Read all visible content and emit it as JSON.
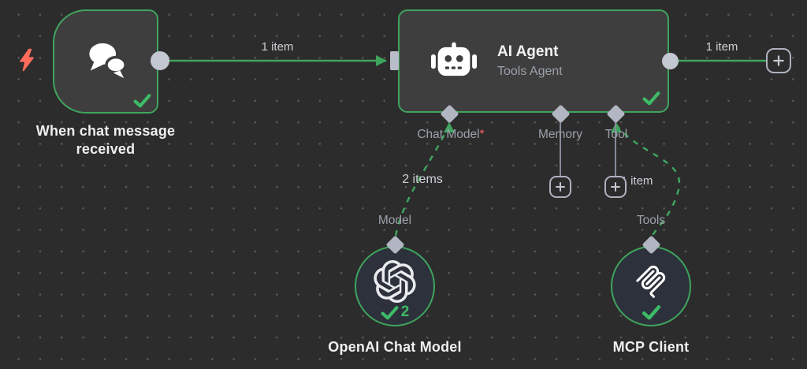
{
  "colors": {
    "background": "#2c2c2c",
    "grid_dot": "#585858",
    "node_fill": "#3e3e3e",
    "ai_node_fill": "#2d313c",
    "accent_green": "#3fa45d",
    "check_green": "#3dbb66",
    "connector_gray": "#b9bdc9",
    "label_gray": "#9aa1ab",
    "required_red": "#ff5e5e",
    "bolt_red": "#ff6d5a"
  },
  "trigger": {
    "name": "When chat message received",
    "icon": "chat-bubbles-icon",
    "badge_icon": "check-icon"
  },
  "agent": {
    "title": "AI Agent",
    "subtitle": "Tools Agent",
    "icon": "robot-icon",
    "ports": [
      {
        "label": "Chat Model",
        "required": "*"
      },
      {
        "label": "Memory",
        "required": ""
      },
      {
        "label": "Tool",
        "required": ""
      }
    ]
  },
  "openai": {
    "name": "OpenAI Chat Model",
    "port_label": "Model",
    "run_count": "2",
    "icon": "openai-logo-icon"
  },
  "mcp": {
    "name": "MCP Client",
    "port_label": "Tools",
    "icon": "mcp-logo-icon"
  },
  "connections": {
    "trigger_to_agent": "1 item",
    "agent_to_next": "1 item",
    "model_to_agent": "2 items",
    "tool_to_agent": "1 item"
  }
}
